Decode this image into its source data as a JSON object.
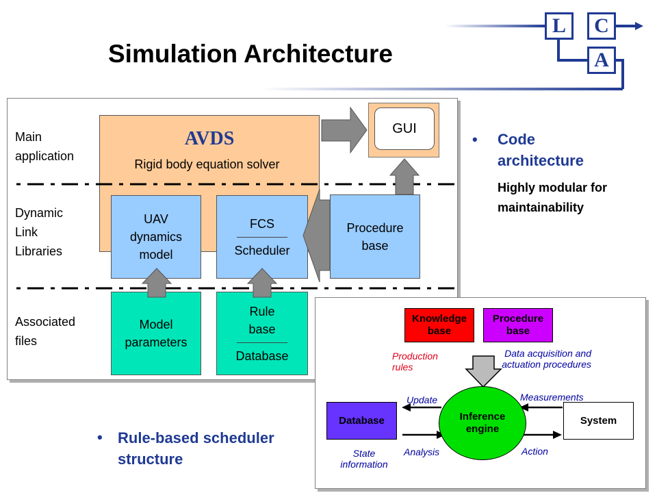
{
  "title": "Simulation Architecture",
  "logo": {
    "letters": [
      "L",
      "C",
      "A"
    ],
    "color": "#1f3a93"
  },
  "rows": {
    "main": "Main application",
    "dll": "Dynamic Link Libraries",
    "files": "Associated files"
  },
  "avds": {
    "title": "AVDS",
    "subtitle": "Rigid body equation solver",
    "color": "#ffcc99"
  },
  "gui": "GUI",
  "dll_boxes": {
    "uav": "UAV dynamics model",
    "fcs_top": "FCS",
    "fcs_bottom": "Scheduler",
    "procedure": "Procedure base"
  },
  "file_boxes": {
    "model": "Model parameters",
    "rule": "Rule base",
    "database": "Database"
  },
  "bullets": {
    "code_heading": "Code architecture",
    "code_sub": "Highly modular for maintainability",
    "rule_heading": "Rule-based scheduler structure"
  },
  "inset": {
    "knowledge_base": "Knowledge base",
    "procedure_base": "Procedure base",
    "production_rules": "Production rules",
    "data_acq": "Data acquisition and actuation procedures",
    "inference_engine": "Inference engine",
    "database": "Database",
    "system": "System",
    "update": "Update",
    "analysis": "Analysis",
    "measurements": "Measurements",
    "action": "Action",
    "state_info": "State information",
    "colors": {
      "red": "#ff0000",
      "purple": "#cc00ff",
      "green": "#00e000",
      "blue": "#6633ff"
    }
  }
}
